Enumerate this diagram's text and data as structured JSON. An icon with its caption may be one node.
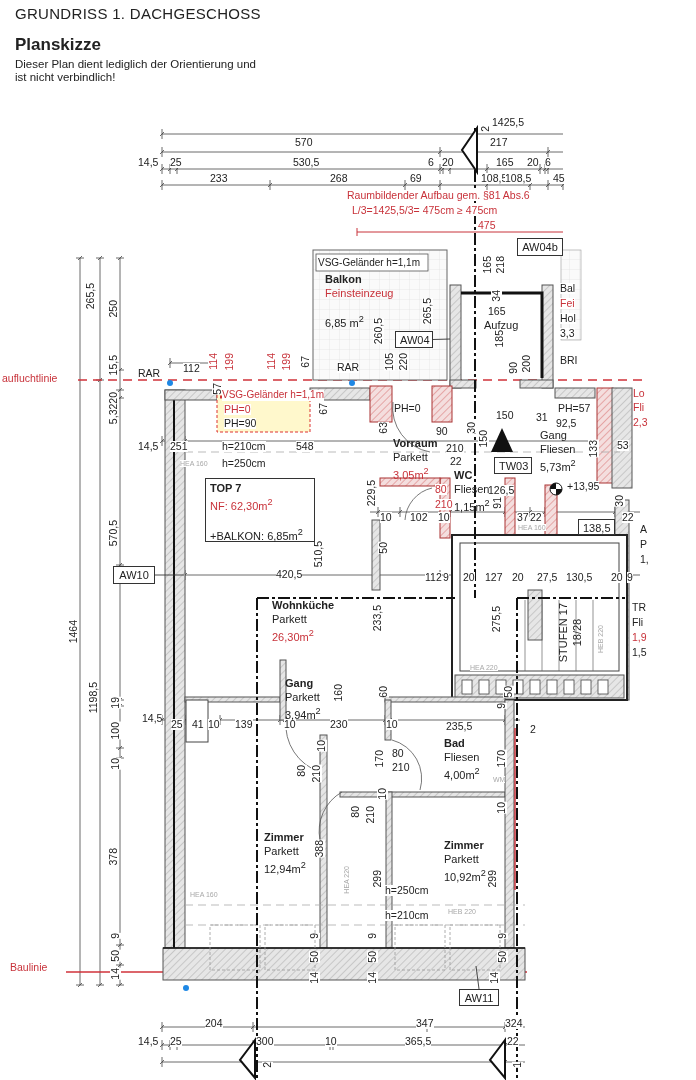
{
  "diagram": {
    "title": "GRUNDRISS 1. DACHGESCHOSS",
    "nodes": [
      {
        "text": [
          "Balkon",
          "Feinsteinzeug",
          "6,85 m$^{2}$"
        ]
      },
      {
        "text": [
          "Aufzug"
        ]
      },
      {
        "text": [
          "Vorraum",
          "Parkett",
          "3,05m$^{2}$"
        ]
      },
      {
        "text": [
          "Gang",
          "Fliesen",
          "5,73m$^{2}$"
        ]
      },
      {
        "text": [
          "WC",
          "Fliesen",
          "1,15m$^{2}$"
        ]
      },
      {
        "text": [
          "TOP 7",
          "NF: 62,30m$^{2}$",
          "+BALKON: 6,85m$^{2}$"
        ]
      },
      {
        "text": [
          "Wohnküche",
          "Parkett",
          "26,30m$^{2}$"
        ]
      },
      {
        "text": [
          "Gang",
          "Parkett",
          "3,94m$^{2}$"
        ]
      },
      {
        "text": [
          "Bad",
          "Fliesen",
          "4,00m$^{2}$"
        ]
      },
      {
        "text": [
          "Zimmer",
          "Parkett",
          "12,94m$^{2}$"
        ]
      },
      {
        "text": [
          "Zimmer",
          "Parkett",
          "10,92m$^{2}$"
        ]
      },
      {
        "text": [
          "STUFEN 17",
          "18/28"
        ]
      },
      {
        "text": [
          "AW04b"
        ]
      },
      {
        "text": [
          "AW04"
        ]
      },
      {
        "text": [
          "TW03"
        ]
      },
      {
        "text": [
          "AW10"
        ]
      },
      {
        "text": [
          "AW11"
        ]
      },
      {
        "text": [
          "138,5"
        ]
      }
    ],
    "edges": [
      {
        "from": 15,
        "to": null,
        "arrow": "none"
      },
      {
        "from": 13,
        "to": null,
        "arrow": "none"
      },
      {
        "from": 16,
        "to": null,
        "arrow": "none"
      }
    ],
    "labels": [
      "Planskizze",
      "Dieser Plan dient lediglich der Orientierung und ist nicht verbindlich!",
      "1425,5",
      "570",
      "217",
      "14,5",
      "25",
      "530,5",
      "6",
      "20",
      "165",
      "20",
      "6",
      "233",
      "268",
      "69",
      "108,5",
      "108,5",
      "45",
      "Raumbildender Aufbau gem. §81 Abs.6",
      "L/3=1425,5/3= 475cm ≥ 475cm",
      "475",
      "VSG-Geländer h=1,1m",
      "165",
      "218",
      "34",
      "265,5",
      "260,5",
      "105",
      "220",
      "165",
      "185",
      "90",
      "200",
      "265,5",
      "250",
      "15,5",
      "5,3220",
      "RAR",
      "112",
      "114",
      "199",
      "114",
      "199",
      "67",
      "RAR",
      "57",
      "VSG-Geländer h=1,1m",
      "PH=0",
      "PH=90",
      "67",
      "14,5",
      "251",
      "h=210cm",
      "548",
      "HEA 160",
      "h=250cm",
      "570,5",
      "420,5",
      "510,5",
      "229,5",
      "63",
      "PH=0",
      "90",
      "30",
      "150",
      "150",
      "31",
      "92,5",
      "PH=57",
      "210",
      "133",
      "53",
      "22",
      "80",
      "210",
      "126,5",
      "+13,95",
      "91",
      "10",
      "102",
      "10",
      "37",
      "22",
      "22",
      "30",
      "50",
      "112",
      "9",
      "20",
      "127",
      "20",
      "27,5",
      "130,5",
      "20",
      "9",
      "233,5",
      "275,5",
      "1464",
      "1198,5",
      "60",
      "160",
      "50",
      "19",
      "100",
      "10",
      "14,5",
      "25",
      "41",
      "10",
      "139",
      "10",
      "230",
      "10",
      "235,5",
      "9",
      "2",
      "10",
      "80",
      "210",
      "170",
      "80",
      "210",
      "170",
      "WM",
      "10",
      "80",
      "210",
      "10",
      "378",
      "388",
      "299",
      "299",
      "HEA 220",
      "h=250cm",
      "HEA 160",
      "HEB 220",
      "h=210cm",
      "9",
      "50",
      "14",
      "9",
      "50",
      "14",
      "9",
      "50",
      "14",
      "9",
      "50",
      "14",
      "aufluchtlinie",
      "Baulinie",
      "204",
      "347",
      "324",
      "14,5",
      "25",
      "300",
      "10",
      "365,5",
      "22",
      "2",
      "1",
      "Bal",
      "Fei",
      "Hol",
      "3,3",
      "BRI",
      "Lo",
      "Fli",
      "2,3",
      "A",
      "P",
      "1,",
      "TR",
      "Fli",
      "1,9",
      "1,5",
      "HEA 160",
      "HEA 220",
      "HEB 220",
      "2"
    ]
  }
}
